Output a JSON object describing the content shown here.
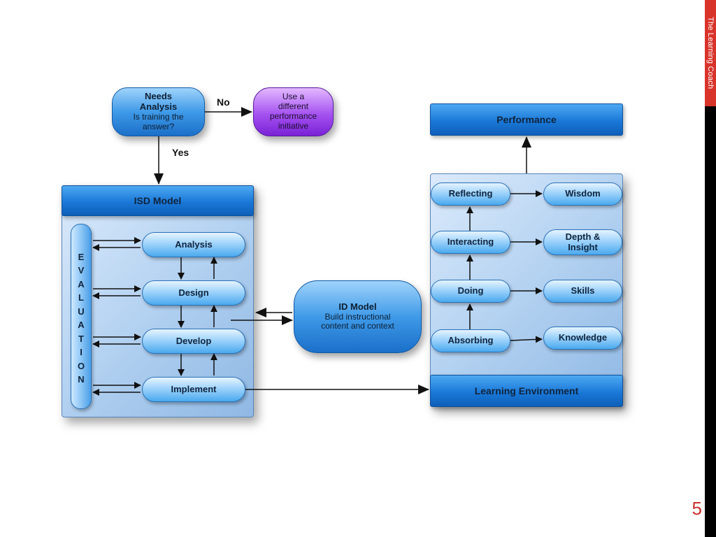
{
  "sidebar": {
    "tab_label": "The Learning Coach"
  },
  "page_number": "5",
  "needs": {
    "title_line1": "Needs",
    "title_line2": "Analysis",
    "sub_line1": "Is training the",
    "sub_line2": "answer?"
  },
  "alternative": {
    "line1": "Use a",
    "line2": "different",
    "line3": "performance",
    "line4": "initiative"
  },
  "edge_labels": {
    "no": "No",
    "yes": "Yes"
  },
  "isd": {
    "title": "ISD Model",
    "evaluation_letters": [
      "E",
      "V",
      "A",
      "L",
      "U",
      "A",
      "T",
      "I",
      "O",
      "N"
    ],
    "phases": {
      "analysis": "Analysis",
      "design": "Design",
      "develop": "Develop",
      "implement": "Implement"
    }
  },
  "id_model": {
    "title": "ID Model",
    "line1": "Build instructional",
    "line2": "content and context"
  },
  "performance": {
    "title": "Performance"
  },
  "learning_env": {
    "title": "Learning Environment",
    "stages": {
      "reflecting": "Reflecting",
      "interacting": "Interacting",
      "doing": "Doing",
      "absorbing": "Absorbing"
    },
    "outcomes": {
      "wisdom": "Wisdom",
      "depth_line1": "Depth &",
      "depth_line2": "Insight",
      "skills": "Skills",
      "knowledge": "Knowledge"
    }
  },
  "colors": {
    "accent_red": "#d9342b",
    "header_blue": "#1a78d8",
    "purple": "#a552f0"
  }
}
